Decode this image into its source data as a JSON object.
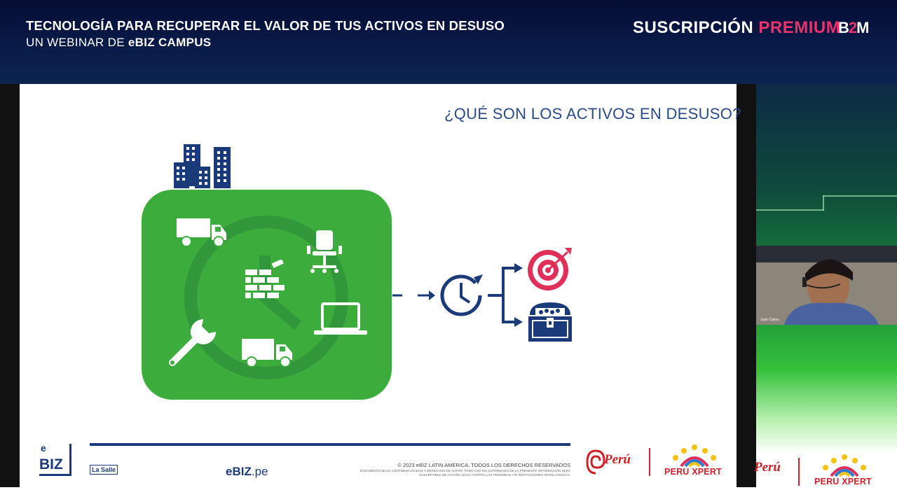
{
  "header": {
    "title": "TECNOLOGÍA PARA RECUPERAR EL VALOR DE TUS ACTIVOS EN DESUSO",
    "subtitle_prefix": "UN WEBINAR DE ",
    "subtitle_brand": "eBIZ CAMPUS",
    "premium_label_1": "SUSCRIPCIÓN",
    "premium_label_2": "PREMIUM",
    "b2m_logo_1": "B",
    "b2m_logo_2": "2",
    "b2m_logo_3": "M"
  },
  "slide": {
    "title": "¿QUÉ SON LOS ACTIVOS EN DESUSO?",
    "footer": {
      "copyright": "© 2023 eBIZ LATIN AMERICA. TODOS LOS DERECHOS RESERVADOS",
      "disclaimer": "DOCUMENTO BAJO CONFIDENCIALIDAD Y DERECHOS DE AUTOR. TODO USO NO AUTORIZADO DE LA PRESENTE INFORMACIÓN SERÁ SUSCEPTIBLE DE ACCIÓN LEGAL CONTRA LAS PERSONAS Y/O INSTITUCIONES INVOLUCRADAS.",
      "site_prefix": "eBIZ",
      "site_suffix": ".pe",
      "lasalle": "La Salle",
      "ebiz_logo_top": "e",
      "ebiz_logo_bottom": "BIZ",
      "peru": "Perú",
      "peru_xpert": "PERU XPERT"
    }
  },
  "webcam": {
    "label": "Juan Carlos"
  },
  "icons": [
    "buildings-icon",
    "dump-truck-icon",
    "office-chair-icon",
    "brick-wall-icon",
    "laptop-icon",
    "wrench-icon",
    "delivery-truck-icon",
    "clock-refresh-icon",
    "target-icon",
    "treasure-chest-icon"
  ],
  "colors": {
    "green": "#3cac3c",
    "navy": "#1b3a7a",
    "title_blue": "#2a4a8a",
    "premium_pink": "#e8336d",
    "peru_red": "#d0212a"
  }
}
